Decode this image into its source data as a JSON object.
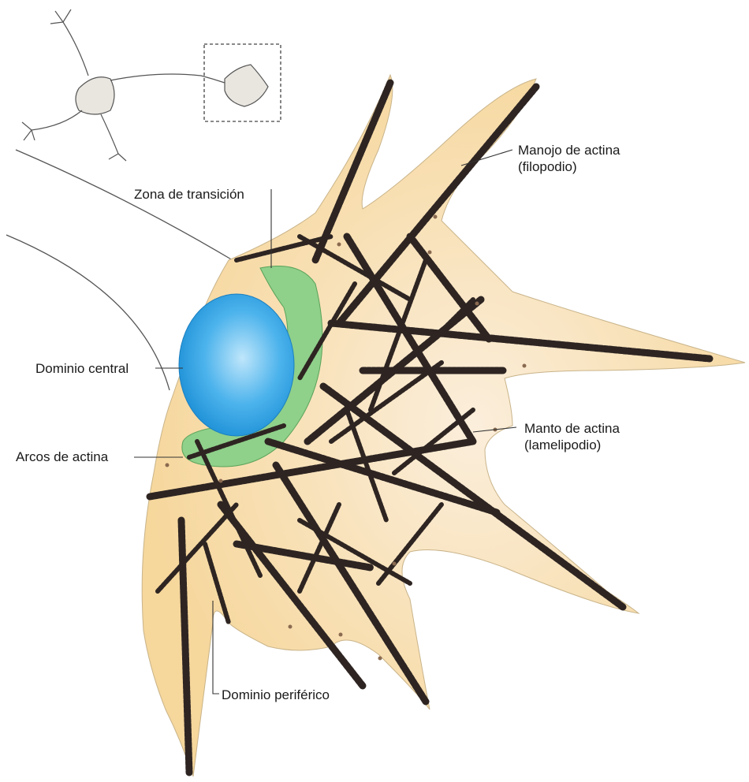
{
  "labels": {
    "filopodio": [
      "Manojo de actina",
      "(filopodio)"
    ],
    "transicion": "Zona de transición",
    "central": "Dominio central",
    "lamelipodio": [
      "Manto de actina",
      "(lamelipodio)"
    ],
    "arcos": "Arcos de actina",
    "periferico": "Dominio periférico"
  },
  "colors": {
    "cytoplasm": "#f6d79c",
    "lamella": "#f8e4c2",
    "nucleus": "#3aa6e4",
    "transition_zone": "#8fd08a",
    "actin": "#2e2522",
    "outline": "#7a7a7a"
  },
  "icons": {
    "neuron": "neuron-schematic-icon",
    "box": "dashed-inset-box"
  }
}
